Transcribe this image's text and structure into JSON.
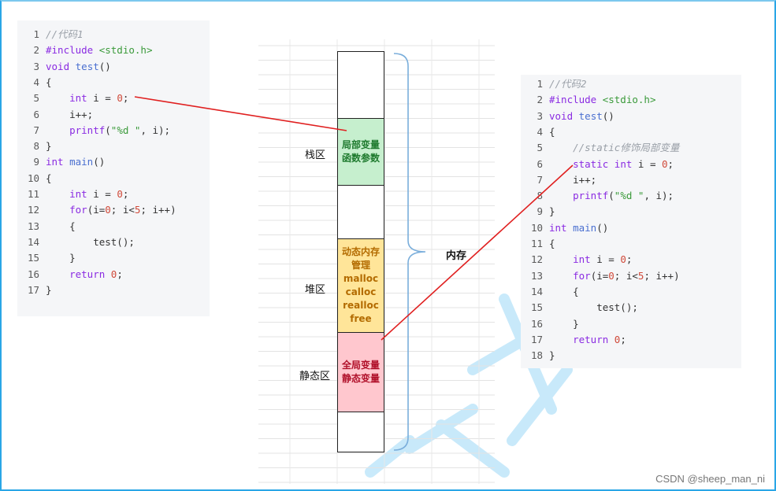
{
  "code1": [
    {
      "n": "1",
      "parts": [
        [
          "cm",
          "//代码1"
        ]
      ]
    },
    {
      "n": "2",
      "parts": [
        [
          "pp",
          "#include "
        ],
        [
          "inc",
          "<stdio.h>"
        ]
      ]
    },
    {
      "n": "3",
      "parts": [
        [
          "kw",
          "void "
        ],
        [
          "fn",
          "test"
        ],
        [
          "plain",
          "()"
        ]
      ]
    },
    {
      "n": "4",
      "parts": [
        [
          "plain",
          "{"
        ]
      ]
    },
    {
      "n": "5",
      "parts": [
        [
          "plain",
          "    "
        ],
        [
          "kw",
          "int"
        ],
        [
          "plain",
          " i = "
        ],
        [
          "num",
          "0"
        ],
        [
          "plain",
          ";"
        ]
      ]
    },
    {
      "n": "6",
      "parts": [
        [
          "plain",
          "    i++;"
        ]
      ]
    },
    {
      "n": "7",
      "parts": [
        [
          "plain",
          "    "
        ],
        [
          "kw",
          "printf"
        ],
        [
          "plain",
          "("
        ],
        [
          "str",
          "\"%d \""
        ],
        [
          "plain",
          ", i);"
        ]
      ]
    },
    {
      "n": "8",
      "parts": [
        [
          "plain",
          "}"
        ]
      ]
    },
    {
      "n": "9",
      "parts": [
        [
          "kw",
          "int "
        ],
        [
          "fn",
          "main"
        ],
        [
          "plain",
          "()"
        ]
      ]
    },
    {
      "n": "10",
      "parts": [
        [
          "plain",
          "{"
        ]
      ]
    },
    {
      "n": "11",
      "parts": [
        [
          "plain",
          "    "
        ],
        [
          "kw",
          "int"
        ],
        [
          "plain",
          " i = "
        ],
        [
          "num",
          "0"
        ],
        [
          "plain",
          ";"
        ]
      ]
    },
    {
      "n": "12",
      "parts": [
        [
          "plain",
          "    "
        ],
        [
          "kw",
          "for"
        ],
        [
          "plain",
          "(i="
        ],
        [
          "num",
          "0"
        ],
        [
          "plain",
          "; i<"
        ],
        [
          "num",
          "5"
        ],
        [
          "plain",
          "; i++)"
        ]
      ]
    },
    {
      "n": "13",
      "parts": [
        [
          "plain",
          "    {"
        ]
      ]
    },
    {
      "n": "14",
      "parts": [
        [
          "plain",
          "        test();"
        ]
      ]
    },
    {
      "n": "15",
      "parts": [
        [
          "plain",
          "    }"
        ]
      ]
    },
    {
      "n": "16",
      "parts": [
        [
          "plain",
          "    "
        ],
        [
          "kw",
          "return "
        ],
        [
          "num",
          "0"
        ],
        [
          "plain",
          ";"
        ]
      ]
    },
    {
      "n": "17",
      "parts": [
        [
          "plain",
          "}"
        ]
      ]
    }
  ],
  "code2": [
    {
      "n": "1",
      "parts": [
        [
          "cm",
          "//代码2"
        ]
      ]
    },
    {
      "n": "2",
      "parts": [
        [
          "pp",
          "#include "
        ],
        [
          "inc",
          "<stdio.h>"
        ]
      ]
    },
    {
      "n": "3",
      "parts": [
        [
          "kw",
          "void "
        ],
        [
          "fn",
          "test"
        ],
        [
          "plain",
          "()"
        ]
      ]
    },
    {
      "n": "4",
      "parts": [
        [
          "plain",
          "{"
        ]
      ]
    },
    {
      "n": "5",
      "parts": [
        [
          "plain",
          "    "
        ],
        [
          "cm",
          "//static修饰局部变量"
        ]
      ]
    },
    {
      "n": "6",
      "parts": [
        [
          "plain",
          "    "
        ],
        [
          "kw",
          "static int"
        ],
        [
          "plain",
          " i = "
        ],
        [
          "num",
          "0"
        ],
        [
          "plain",
          ";"
        ]
      ]
    },
    {
      "n": "7",
      "parts": [
        [
          "plain",
          "    i++;"
        ]
      ]
    },
    {
      "n": "8",
      "parts": [
        [
          "plain",
          "    "
        ],
        [
          "kw",
          "printf"
        ],
        [
          "plain",
          "("
        ],
        [
          "str",
          "\"%d \""
        ],
        [
          "plain",
          ", i);"
        ]
      ]
    },
    {
      "n": "9",
      "parts": [
        [
          "plain",
          "}"
        ]
      ]
    },
    {
      "n": "10",
      "parts": [
        [
          "kw",
          "int "
        ],
        [
          "fn",
          "main"
        ],
        [
          "plain",
          "()"
        ]
      ]
    },
    {
      "n": "11",
      "parts": [
        [
          "plain",
          "{"
        ]
      ]
    },
    {
      "n": "12",
      "parts": [
        [
          "plain",
          "    "
        ],
        [
          "kw",
          "int"
        ],
        [
          "plain",
          " i = "
        ],
        [
          "num",
          "0"
        ],
        [
          "plain",
          ";"
        ]
      ]
    },
    {
      "n": "13",
      "parts": [
        [
          "plain",
          "    "
        ],
        [
          "kw",
          "for"
        ],
        [
          "plain",
          "(i="
        ],
        [
          "num",
          "0"
        ],
        [
          "plain",
          "; i<"
        ],
        [
          "num",
          "5"
        ],
        [
          "plain",
          "; i++)"
        ]
      ]
    },
    {
      "n": "14",
      "parts": [
        [
          "plain",
          "    {"
        ]
      ]
    },
    {
      "n": "15",
      "parts": [
        [
          "plain",
          "        test();"
        ]
      ]
    },
    {
      "n": "16",
      "parts": [
        [
          "plain",
          "    }"
        ]
      ]
    },
    {
      "n": "17",
      "parts": [
        [
          "plain",
          "    "
        ],
        [
          "kw",
          "return "
        ],
        [
          "num",
          "0"
        ],
        [
          "plain",
          ";"
        ]
      ]
    },
    {
      "n": "18",
      "parts": [
        [
          "plain",
          "}"
        ]
      ]
    }
  ],
  "regions": {
    "stack": "栈区",
    "heap": "堆区",
    "static": "静态区"
  },
  "segments": {
    "stack": [
      "局部变量",
      "函数参数"
    ],
    "heap": [
      "动态内存",
      "管理",
      "malloc",
      "calloc",
      "realloc",
      "free"
    ],
    "static": [
      "全局变量",
      "静态变量"
    ]
  },
  "memory_label": "内存",
  "watermark": "CSDN @sheep_man_ni",
  "colors": {
    "arrow": "#e02020",
    "brace": "#7aaedb",
    "frame": "#2aa6e6"
  }
}
